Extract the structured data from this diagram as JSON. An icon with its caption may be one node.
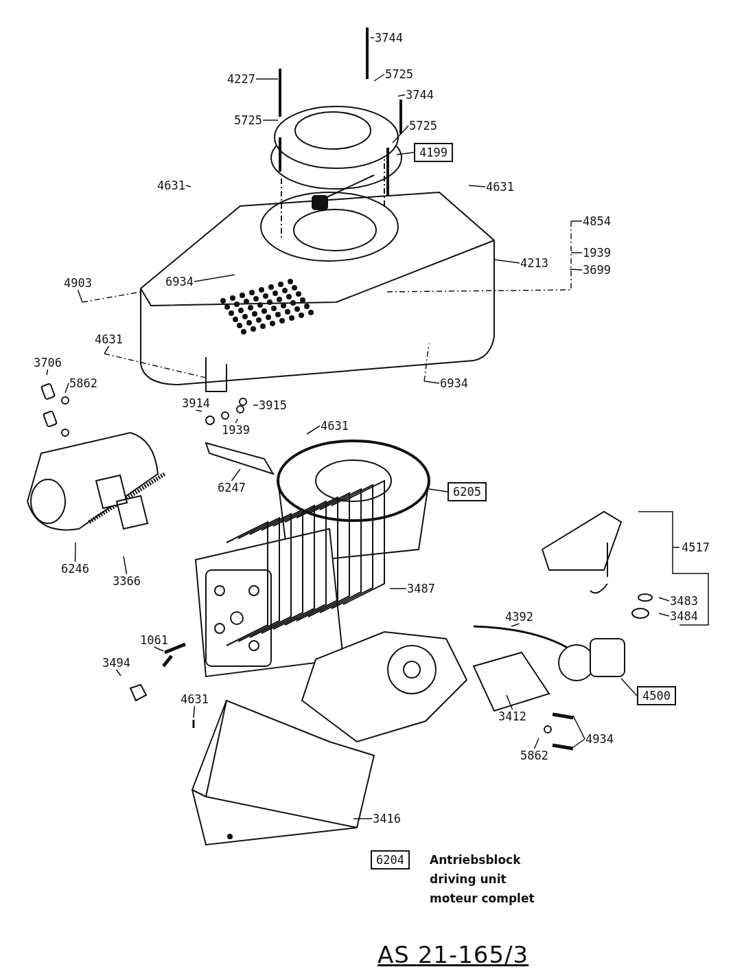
{
  "diagram": {
    "caption": "AS 21-165/3",
    "nodes": [
      {
        "text": [
          "3744"
        ]
      },
      {
        "text": [
          "4227"
        ]
      },
      {
        "text": [
          "5725"
        ]
      },
      {
        "text": [
          "3744"
        ]
      },
      {
        "text": [
          "5725"
        ]
      },
      {
        "text": [
          "5725"
        ]
      },
      {
        "text": [
          "4199"
        ]
      },
      {
        "text": [
          "4631"
        ]
      },
      {
        "text": [
          "4631"
        ]
      },
      {
        "text": [
          "4854"
        ]
      },
      {
        "text": [
          "1939"
        ]
      },
      {
        "text": [
          "4213"
        ]
      },
      {
        "text": [
          "3699"
        ]
      },
      {
        "text": [
          "6934"
        ]
      },
      {
        "text": [
          "4903"
        ]
      },
      {
        "text": [
          "4631"
        ]
      },
      {
        "text": [
          "3706"
        ]
      },
      {
        "text": [
          "6934"
        ]
      },
      {
        "text": [
          "5862"
        ]
      },
      {
        "text": [
          "3914"
        ]
      },
      {
        "text": [
          "3915"
        ]
      },
      {
        "text": [
          "1939"
        ]
      },
      {
        "text": [
          "4631"
        ]
      },
      {
        "text": [
          "6247"
        ]
      },
      {
        "text": [
          "6205"
        ]
      },
      {
        "text": [
          "6246"
        ]
      },
      {
        "text": [
          "3366"
        ]
      },
      {
        "text": [
          "3487"
        ]
      },
      {
        "text": [
          "3483"
        ]
      },
      {
        "text": [
          "3484"
        ]
      },
      {
        "text": [
          "4392"
        ]
      },
      {
        "text": [
          "1061"
        ]
      },
      {
        "text": [
          "3494"
        ]
      },
      {
        "text": [
          "4500"
        ]
      },
      {
        "text": [
          "4631"
        ]
      },
      {
        "text": [
          "3412"
        ]
      },
      {
        "text": [
          "4934"
        ]
      },
      {
        "text": [
          "5862"
        ]
      },
      {
        "text": [
          "3416"
        ]
      },
      {
        "text": [
          "6204"
        ],
        "beside": [
          "Antriebsblock",
          "driving unit",
          "moteur complet"
        ]
      }
    ],
    "edges": [
      {
        "from": 0,
        "to": null,
        "arrow": "none"
      },
      {
        "from": 1,
        "to": null,
        "arrow": "none"
      },
      {
        "from": 2,
        "to": null,
        "arrow": "none"
      },
      {
        "from": 3,
        "to": null,
        "arrow": "none"
      },
      {
        "from": 4,
        "to": null,
        "arrow": "none"
      },
      {
        "from": 5,
        "to": null,
        "arrow": "none"
      },
      {
        "from": 6,
        "to": null,
        "arrow": "none"
      },
      {
        "from": 7,
        "to": null,
        "arrow": "none"
      },
      {
        "from": 8,
        "to": null,
        "arrow": "none"
      },
      {
        "from": 9,
        "to": null,
        "arrow": "none"
      },
      {
        "from": 10,
        "to": null,
        "arrow": "none"
      },
      {
        "from": 11,
        "to": null,
        "arrow": "none"
      },
      {
        "from": 12,
        "to": null,
        "arrow": "none"
      },
      {
        "from": 13,
        "to": null,
        "arrow": "none"
      },
      {
        "from": 14,
        "to": null,
        "arrow": "none"
      },
      {
        "from": 15,
        "to": null,
        "arrow": "none"
      },
      {
        "from": 16,
        "to": null,
        "arrow": "none"
      },
      {
        "from": 17,
        "to": null,
        "arrow": "none"
      },
      {
        "from": 18,
        "to": null,
        "arrow": "none"
      },
      {
        "from": 19,
        "to": null,
        "arrow": "none"
      },
      {
        "from": 20,
        "to": null,
        "arrow": "none"
      },
      {
        "from": 21,
        "to": null,
        "arrow": "none"
      },
      {
        "from": 22,
        "to": null,
        "arrow": "none"
      },
      {
        "from": 23,
        "to": null,
        "arrow": "none"
      },
      {
        "from": 24,
        "to": null,
        "arrow": "none"
      },
      {
        "from": 25,
        "to": null,
        "arrow": "none"
      },
      {
        "from": 26,
        "to": null,
        "arrow": "none"
      },
      {
        "from": 27,
        "to": null,
        "arrow": "none"
      },
      {
        "from": 28,
        "to": null,
        "arrow": "none"
      },
      {
        "from": 29,
        "to": null,
        "arrow": "none"
      },
      {
        "from": 30,
        "to": null,
        "arrow": "none"
      },
      {
        "from": 31,
        "to": null,
        "arrow": "none"
      },
      {
        "from": 32,
        "to": null,
        "arrow": "none"
      },
      {
        "from": 33,
        "to": null,
        "arrow": "none"
      },
      {
        "from": 34,
        "to": null,
        "arrow": "none"
      },
      {
        "from": 35,
        "to": null,
        "arrow": "none"
      },
      {
        "from": 36,
        "to": null,
        "arrow": "none"
      },
      {
        "from": 36,
        "to": null,
        "arrow": "none"
      },
      {
        "from": 37,
        "to": null,
        "arrow": "none"
      },
      {
        "from": 38,
        "to": null,
        "arrow": "none"
      }
    ],
    "labels": [
      "4517"
    ]
  }
}
